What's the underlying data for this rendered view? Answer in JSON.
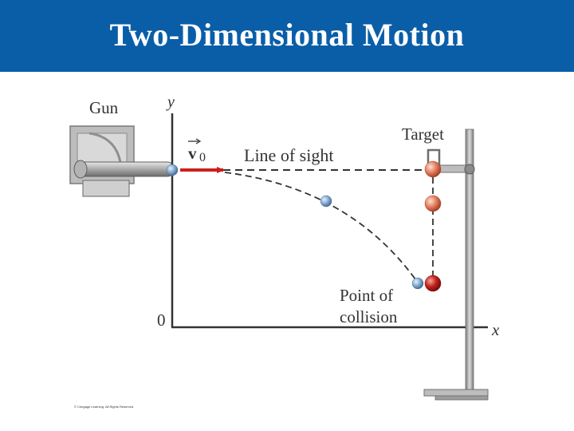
{
  "slide": {
    "title": "Two-Dimensional Motion"
  },
  "diagram": {
    "labels": {
      "gun": "Gun",
      "y_axis": "y",
      "x_axis": "x",
      "origin": "0",
      "velocity": "v",
      "velocity_subscript": "0",
      "line_of_sight": "Line of sight",
      "target": "Target",
      "point_of_collision_line1": "Point of",
      "point_of_collision_line2": "collision"
    },
    "colors": {
      "title_bar": "#0a5ea8",
      "velocity_arrow": "#cc1f1f",
      "projectile_ball": "#7fa6cf",
      "target_ball": "#e0785a",
      "collision_target_ball": "#c4221c",
      "stand": "#9c9c9c"
    }
  },
  "footer": {
    "copyright": "© Cengage Learning. All Rights Reserved."
  }
}
